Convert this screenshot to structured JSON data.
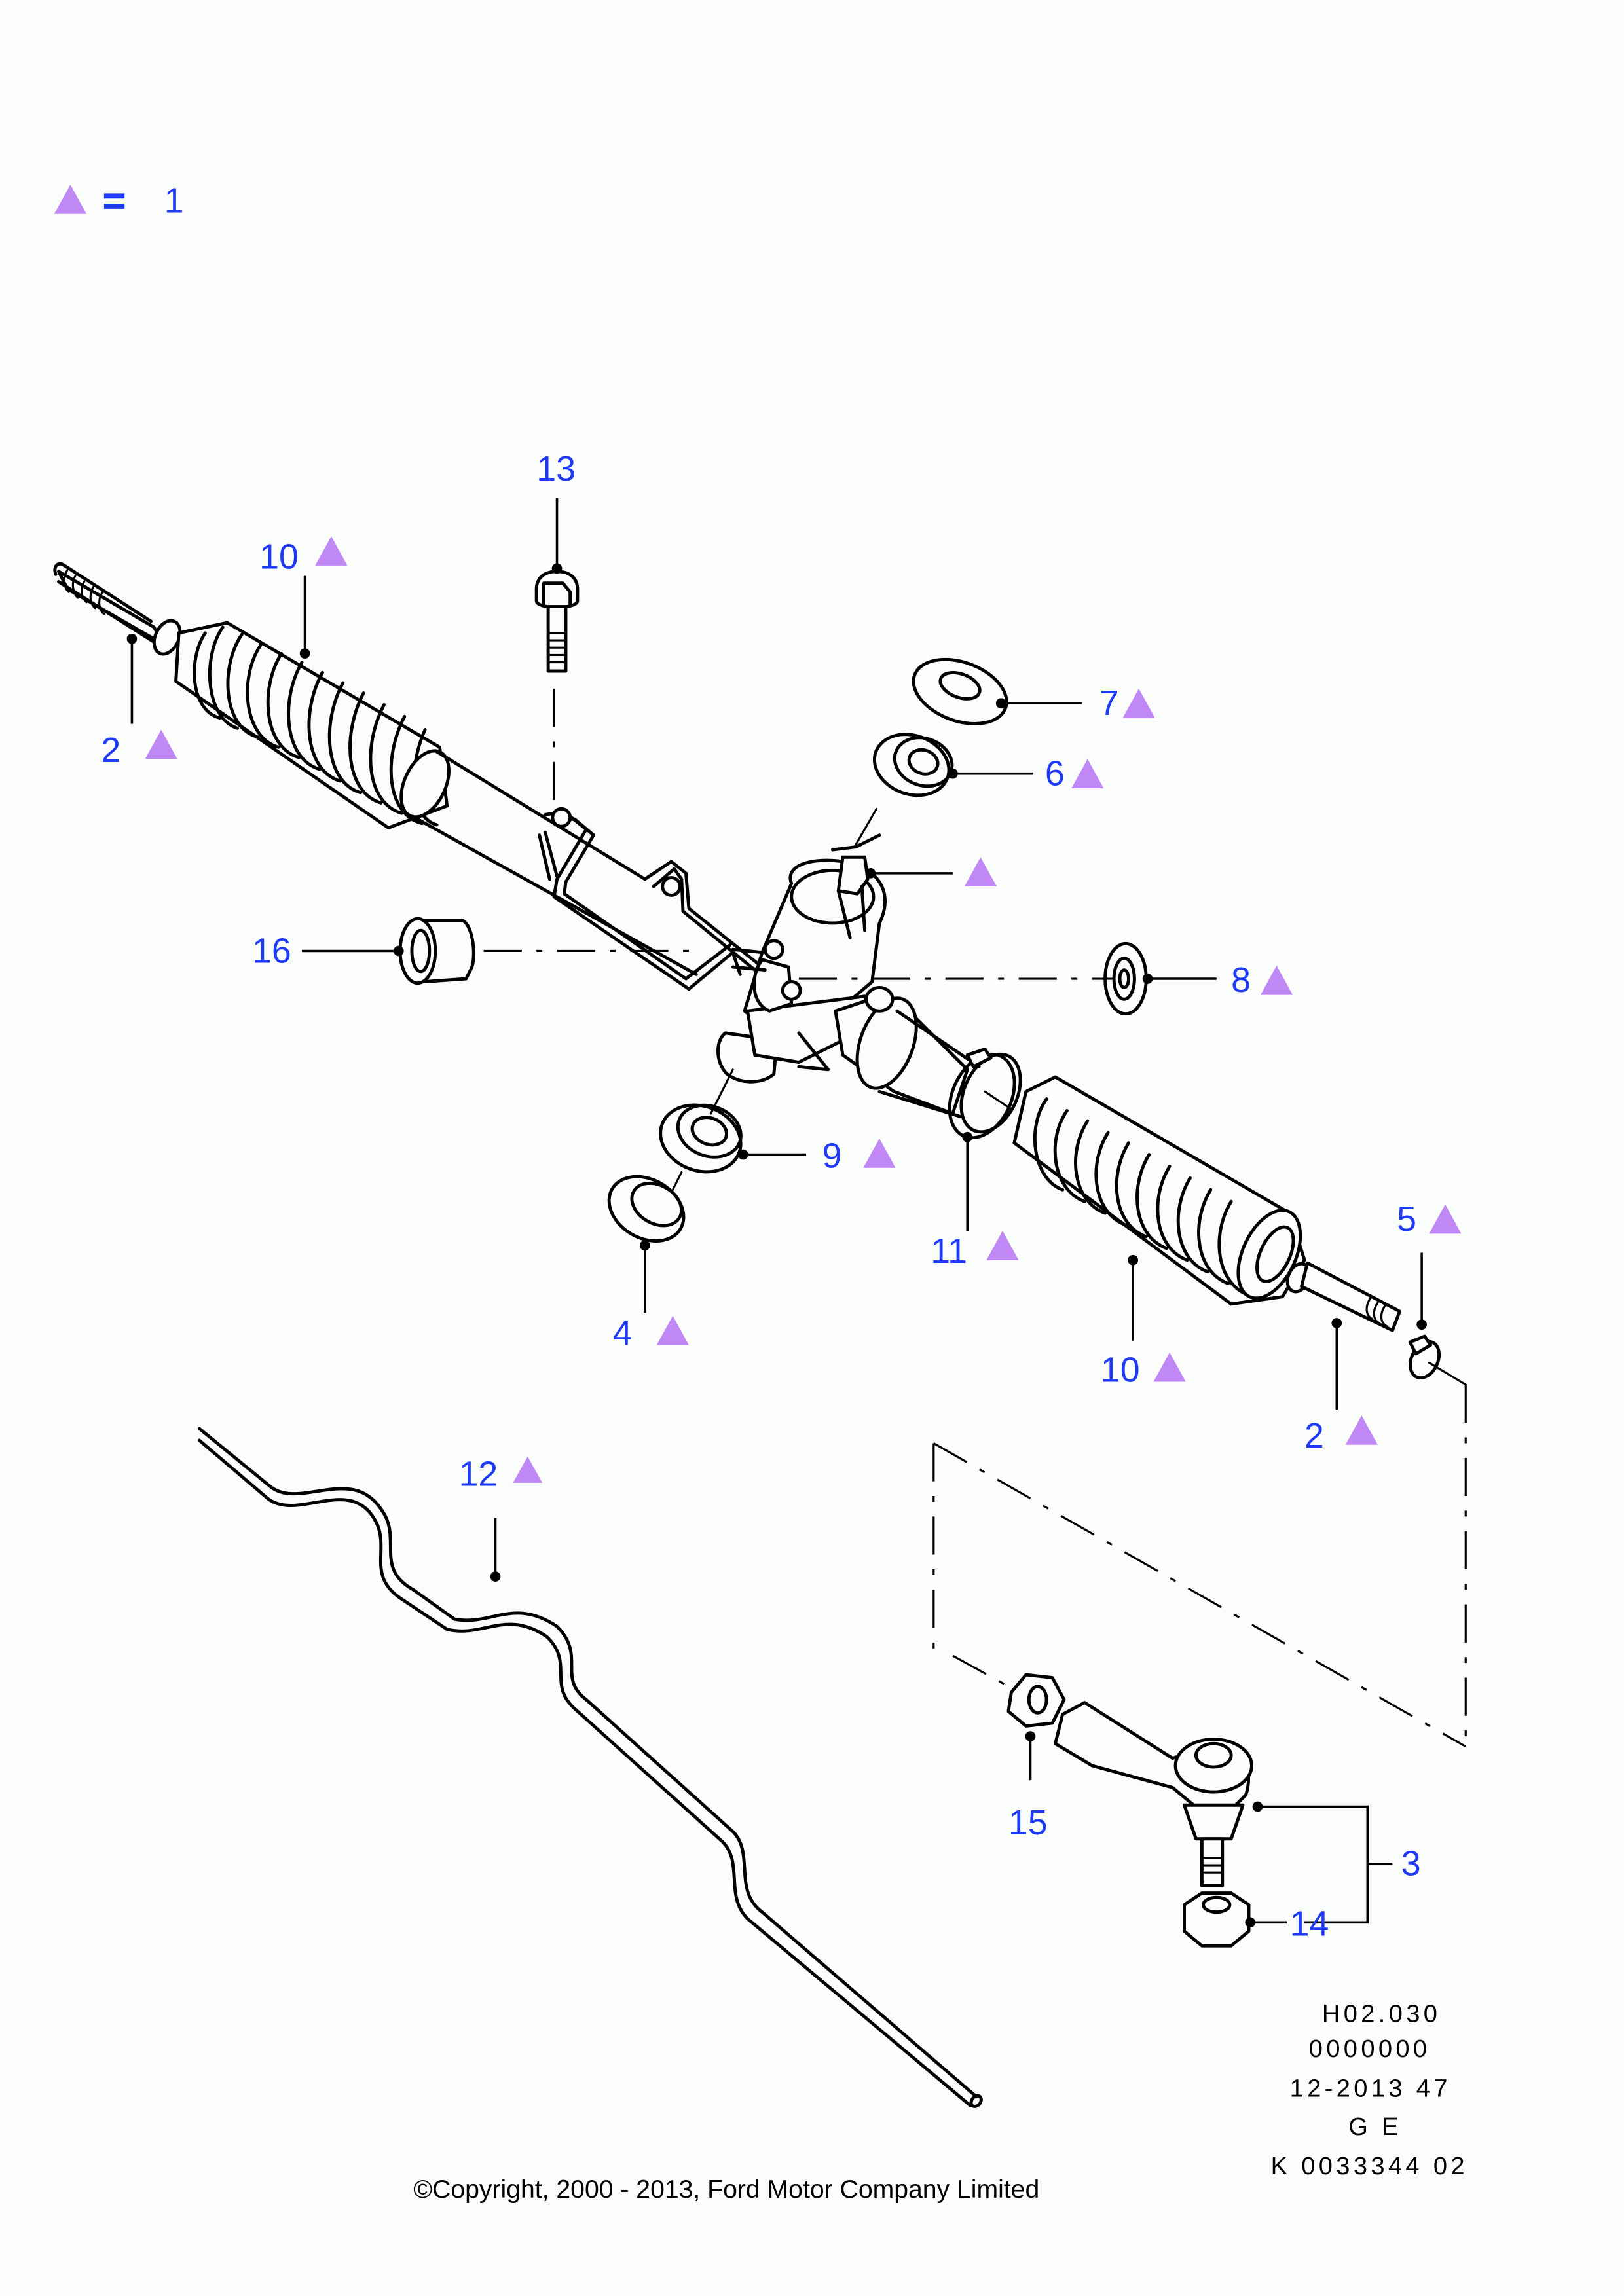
{
  "legend": {
    "symbol": "triangle-icon",
    "equals": "=",
    "value": "1"
  },
  "colors": {
    "callout_text": "#1f3af5",
    "triangle_marker": "#bf88f5",
    "line_art": "#000000",
    "background": "#fbfdfb"
  },
  "callouts": [
    {
      "id": "13",
      "label": "13",
      "part": "bolt",
      "marker": false
    },
    {
      "id": "10-left",
      "label": "10",
      "part": "bellows-boot-left",
      "marker": true
    },
    {
      "id": "2-left",
      "label": "2",
      "part": "inner-tie-rod-left",
      "marker": true
    },
    {
      "id": "7",
      "label": "7",
      "part": "washer",
      "marker": true
    },
    {
      "id": "6",
      "label": "6",
      "part": "bearing-upper",
      "marker": true
    },
    {
      "id": "pinion",
      "label": "",
      "part": "pinion-valve-housing",
      "marker": true
    },
    {
      "id": "16",
      "label": "16",
      "part": "mounting-bush",
      "marker": false
    },
    {
      "id": "8",
      "label": "8",
      "part": "seal",
      "marker": true
    },
    {
      "id": "9",
      "label": "9",
      "part": "bearing-lower",
      "marker": true
    },
    {
      "id": "4",
      "label": "4",
      "part": "seal-lower",
      "marker": true
    },
    {
      "id": "11",
      "label": "11",
      "part": "clip",
      "marker": true
    },
    {
      "id": "10-right",
      "label": "10",
      "part": "bellows-boot-right",
      "marker": true
    },
    {
      "id": "5",
      "label": "5",
      "part": "clamp",
      "marker": true
    },
    {
      "id": "2-right",
      "label": "2",
      "part": "inner-tie-rod-right",
      "marker": true
    },
    {
      "id": "12",
      "label": "12",
      "part": "fluid-pipe",
      "marker": true
    },
    {
      "id": "15",
      "label": "15",
      "part": "lock-nut",
      "marker": false
    },
    {
      "id": "3",
      "label": "3",
      "part": "tie-rod-end",
      "marker": false
    },
    {
      "id": "14",
      "label": "14",
      "part": "castle-nut",
      "marker": false
    }
  ],
  "reference": {
    "code": "H02.030",
    "line2": "0000000",
    "date": "12-2013 47",
    "lang": "G E",
    "doc_id": "K 0033344 02"
  },
  "copyright": "©Copyright, 2000 - 2013, Ford Motor Company Limited"
}
